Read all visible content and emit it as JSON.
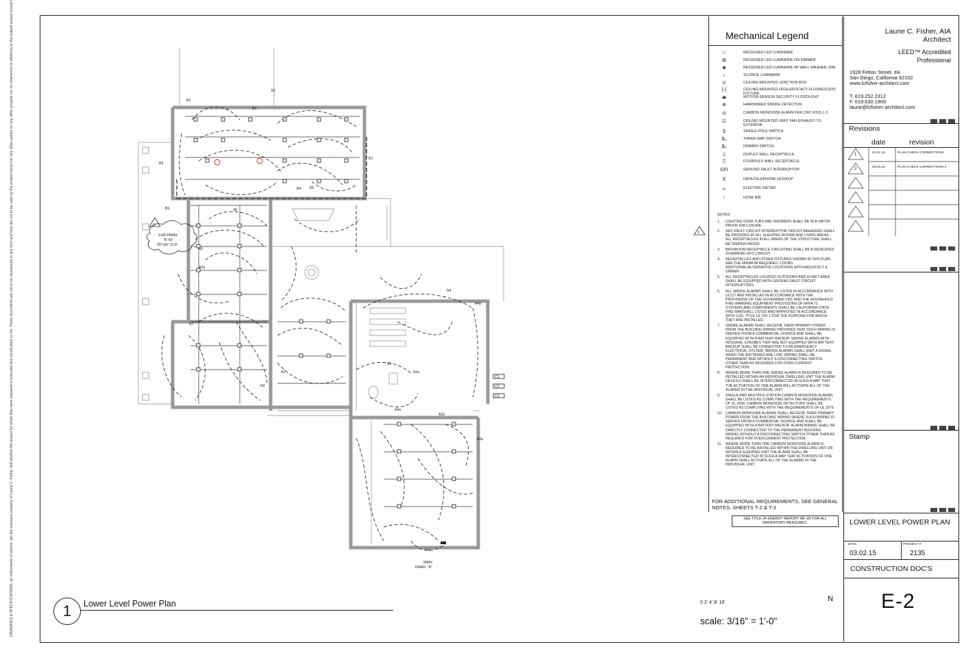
{
  "side_note": "DRAWINGS & SPECIFICATIONS, as instruments of service, are the exclusive property of Laurie C. Fisher, AIA whether the project for which they were prepared is executed and constructed or not. These documents are not to be reproduced in any form and they are not to be used by the project owner nor any other parties on any other projects nor for extensions or additions to the subject project except by written authorization and appropriate compensation, and written agreement with Laurie C. Fisher, AIA.",
  "legend": {
    "title": "Mechanical Legend",
    "items": [
      {
        "sym": "□",
        "label": "RECESSED LED LUMINAIRE"
      },
      {
        "sym": "⊠",
        "label": "RECESSED LED LUMINAIRE ON DIMMER"
      },
      {
        "sym": "■",
        "label": "RECESSED LED LUMINAIRE W/ WALL WASHER, DIM"
      },
      {
        "sym": "♁",
        "label": "SCONCE LUMINAIRE"
      },
      {
        "sym": "⊙",
        "label": "CEILING-MOUNTED JUNCTION BOX"
      },
      {
        "sym": "├┤",
        "label": "CEILING-MOUNTED HIGH-EFFICACY FLUORESCENT FIXTURE"
      },
      {
        "sym": "⏏",
        "label": "MOTION-SENSOR SECURITY FLOODLIGHT"
      },
      {
        "sym": "⊕",
        "label": "HARDWIRED SMOKE DETECTOR"
      },
      {
        "sym": "◎",
        "label": "CARBON MONOXIDE ALARM PER CRC R315.1.3"
      },
      {
        "sym": "⊡",
        "label": "CEILING MOUNTED VENT FAN EXHAUST TO EXTERIOR"
      },
      {
        "sym": "$",
        "label": "SINGLE POLE SWITCH"
      },
      {
        "sym": "$₃",
        "label": "THREE-WAY SWITCH"
      },
      {
        "sym": "$ₒ",
        "label": "DIMMER SWITCH"
      },
      {
        "sym": "⏀",
        "label": "DUPLEX WALL RECEPTACLE"
      },
      {
        "sym": "⏁",
        "label": "FOURPLEX WALL RECEPTACLE"
      },
      {
        "sym": "GFI",
        "label": "GROUND FAULT INTERRUPTOR"
      },
      {
        "sym": "⊼",
        "label": "DATA/TELEPHONE HOOKUP"
      },
      {
        "sym": "⌓",
        "label": "ELECTRIC METER"
      },
      {
        "sym": "↑",
        "label": "HOSE BIB"
      }
    ]
  },
  "notes": {
    "heading": "NOTES:",
    "items": [
      {
        "k": "1.",
        "v": "LIGHTING OVER TUBS AND SHOWERS SHALL BE IN A VAPOR-PROOF ENCLOSURE."
      },
      {
        "k": "2.",
        "v": "ARC-FAULT CIRCUIT INTERRUPTOR CIRCUIT BREAKERS SHALL BE PROVIDED AT ALL SLEEPING ROOMS AND LIVING AREAS. ALL RECEPTACLES IN ALL AREAS OF THE STRUCTURE SHALL BE TAMPER-PROOF."
      },
      {
        "k": "3.",
        "v": "BATHROOM RECEPTACLE CIRCUITING SHALL BE A DEDICATED 20 AMPERE GFCI CIRCUIT"
      },
      {
        "k": "4.",
        "v": "RECEPTACLES AND OTHER FIXTURES SHOWN IN THIS PLAN ARE THE MINIMUM REQUIRED. COORD. ADDITIONAL/ALTERNATIVE LOCATIONS WITH ARCHITECT & OWNER."
      },
      {
        "k": "5.",
        "v": "ALL RECEPTACLES LOCATED OUTDOORS AND IN WET AREA SHALL BE EQUIPPED WITH GROUND FAULT CIRCUIT INTERRUPTORS."
      },
      {
        "k": "6.",
        "v": "ALL SMOKE ALARMS SHALL BE LISTED IN ACCORDANCE WITH UL217 AND INSTALLED IN ACCORDANCE WITH THE PROVISIONS OF THE GOVERNING CRC AND THE HOUSEHOLD FIRE WARNING EQUIPMENT PROVISIONS OF NFPA 72. SYSTEMS AND COMPONENTS SHALL BE CALIFORNIA STATE FIRE MARSHALL LISTED AND APPROVED IN ACCORDANCE WITH CCR, TITLE 19, DIV 1 FOR THE PURPOSE FOR WHICH THEY ARE INSTALLED."
      },
      {
        "k": "7.",
        "v": "SMOKE ALARMS SHALL RECEIVE THEIR PRIMARY POWER FROM THE BUILDING WIRING PROVIDED THAT SUCH WIRING IS SERVED FROM A COMMERCIAL SOURCE AND SHALL BE EQUIPPED WITH A BATTERY BACKUP. SMOKE ALARMS WITH INTEGRAL STROBES THAT ARE NOT EQUIPPED WITH BATTERY BACKUP SHALL BE CONNECTED TO AN EMERGENCY ELECTRICAL SYSTEM. SMOKE ALARMS SHALL EMIT A SIGNAL WHEN THE BATTERIES ARE LOW. WIRING SHALL BE PERMANENT AND WITHOUT A DISCONNECTING SWITCH OTHER THAN AS REQUIRED FOR OVER-CURRENT PROTECTION."
      },
      {
        "k": "8.",
        "v": "WHERE MORE THAN ONE SMOKE ALARM IS REQUIRED TO BE INSTALLED WITHIN AN INDIVIDUAL DWELLING UNIT THE ALARM DEVICES SHALL BE INTERCONNECTED IN SUCH A WAY THAT THE ACTIVATION OF ONE ALARM WILL ACTIVATE ALL OF THE ALARMS IN THE INDIVIDUAL UNIT."
      },
      {
        "k": "9.",
        "v": "SINGLE AND MULTIPLE STATION CARBON MONOXIDE ALARMS SHALL BE LISTED AS COMPLYING WITH THE REQUIREMENTS OF UL 2034. CARBON MONOXIDE DETECTORS SHALL BE LISTED AS COMPLYING WITH THE REQUIREMENTS OF UL 2075."
      },
      {
        "k": "10.",
        "v": "CARBON MONOXIDE ALARMS SHALL RECEIVE THEIR PRIMARY POWER FROM THE BUILDING WIRING WHERE SUCH WIRING IS SERVED FROM A COMMERCIAL SOURCE AND SHALL BE EQUIPPED WITH A BATTERY BACKUP. ALARM WIRING SHALL BE DIRECTLY CONNECTED TO THE PERMANENT BUILDING WIRING WITHOUT A DISCONNECTING SWITCH OTHER THAN AS REQUIRED FOR OVERCURRENT PROTECTION."
      },
      {
        "k": "11.",
        "v": "WHERE MORE THAN ONE CARBON MONOXIDE ALARM IS REQUIRED TO BE INSTALLED WITHIN THE DWELLING UNIT OR WITHIN A SLEEPING UNIT THE ALARM SHALL BE INTERCONNECTED IN SUCH A WAY THAT ACTIVATION OF ONE ALARM SHALL ACTIVATE ALL OF THE ALARMS IN THE INDIVIDUAL UNIT."
      }
    ],
    "footer": "FOR ADDITIONAL REQUIREMENTS, SEE GENERAL NOTES, SHEETS T-2 & T-3"
  },
  "energy_note": "SEE TITLE 24 ENERGY REPORT MF-1R FOR ALL MANDATORY MEASURES.",
  "title_block": {
    "architect": "Laurie C. Fisher, AIA",
    "architect_sub": "Architect",
    "leed_1": "LEED™ Accredited",
    "leed_2": "Professional",
    "address_1": "1928 Felton Street, #A",
    "address_2": "San Diego, California 92102",
    "website": "www.lcfisher-architect.com",
    "phone": "T. 619.252.2312",
    "fax": "F. 619.630.1900",
    "email": "laurie@lcfisher-architect.com",
    "revisions_title": "Revisions",
    "rev_col_date": "date",
    "rev_col_revision": "revision",
    "revisions": [
      {
        "num": "1",
        "date": "01.21.15",
        "desc": "PLAN CHECK CORRECTIONS"
      },
      {
        "num": "2",
        "date": "03.02.15",
        "desc": "PLAN CHECK CORRECTIONS II"
      },
      {
        "num": "",
        "date": "",
        "desc": ""
      },
      {
        "num": "",
        "date": "",
        "desc": ""
      },
      {
        "num": "",
        "date": "",
        "desc": ""
      },
      {
        "num": "",
        "date": "",
        "desc": ""
      }
    ],
    "stamp_label": "Stamp",
    "sheet_title": "LOWER LEVEL POWER PLAN",
    "date_label": "DATE",
    "date_value": "03.02.15",
    "project_label": "PROJECT #",
    "project_value": "2135",
    "phase": "CONSTRUCTION DOC'S",
    "sheet_number": "E-2"
  },
  "drawing": {
    "number": "1",
    "title": "Lower Level Power Plan",
    "scale_text": "scale: 3/16\" = 1'-0\"",
    "scale_ticks": "0  2'  4'        8'              16'",
    "north": "N",
    "subpanel_1": "SUB-PANEL",
    "subpanel_2": "'B' W/",
    "subpanel_3": "30\"x36\" CLR",
    "panel_1": "MAIN",
    "panel_2": "PANEL \"A\"",
    "revision_tag": "2",
    "circuits": [
      "A1",
      "A2",
      "A3",
      "A4",
      "A5",
      "A6",
      "A7",
      "B1",
      "B2",
      "B3",
      "B4",
      "B5",
      "B6",
      "B7",
      "B8",
      "A2a",
      "A2b",
      "A3a",
      "A4a",
      "A4b",
      "A4c",
      "A5a",
      "C1",
      "C2",
      "C3"
    ]
  }
}
